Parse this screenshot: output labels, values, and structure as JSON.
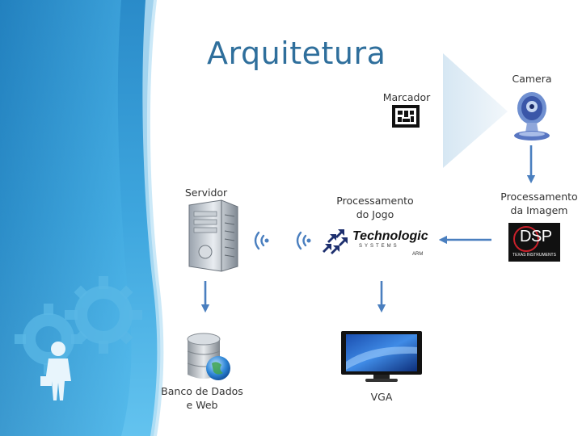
{
  "slide": {
    "title": "Arquitetura"
  },
  "nodes": {
    "camera": "Camera",
    "marcador": "Marcador",
    "servidor": "Servidor",
    "proc_jogo_l1": "Processamento",
    "proc_jogo_l2": "do Jogo",
    "proc_img_l1": "Processamento",
    "proc_img_l2": "da Imagem",
    "banco_l1": "Banco de Dados",
    "banco_l2": "e Web",
    "vga": "VGA"
  },
  "logos": {
    "technologic": "Technologic",
    "technologic_sub": "SYSTEMS",
    "technologic_tag": "ARM",
    "dsp": "DSP",
    "dsp_sub": "TEXAS INSTRUMENTS"
  },
  "colors": {
    "arrow": "#4a7fbf",
    "sidebar_dark": "#1b6fa8",
    "sidebar_light": "#4db3e6",
    "title": "#2f6f9c"
  },
  "icons": [
    "webcam-icon",
    "marker-icon",
    "server-icon",
    "wireless-icon",
    "database-icon",
    "monitor-icon",
    "gear-icon",
    "person-icon"
  ]
}
